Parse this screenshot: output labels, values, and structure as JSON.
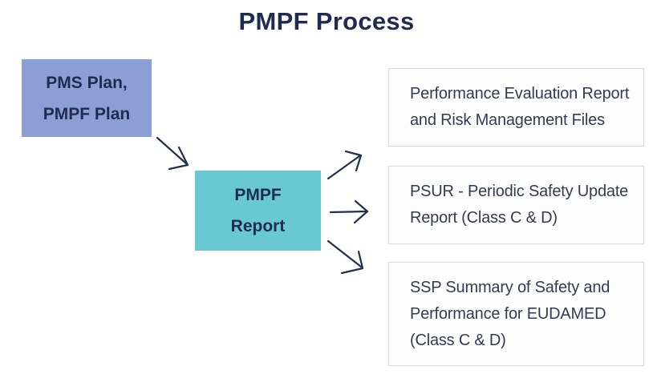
{
  "title": "PMPF Process",
  "colors": {
    "title_text": "#1f2c50",
    "plan_box_bg": "#8d9ed5",
    "report_box_bg": "#69c9d3",
    "node_text": "#1f2c50",
    "output_box_bg": "#fdfdfd",
    "output_box_border": "#dadada",
    "output_text": "#303c55",
    "arrow": "#22304f"
  },
  "nodes": {
    "pms_plan": {
      "lines": [
        "PMS Plan,",
        "PMPF Plan"
      ]
    },
    "pmpf_report": {
      "lines": [
        "PMPF",
        "Report"
      ]
    },
    "outputs": [
      {
        "label": "Performance Evaluation Report and Risk Management Files",
        "lines": [
          "Performance Evaluation Report",
          "and Risk Management Files"
        ]
      },
      {
        "label": "PSUR - Periodic Safety Update Report (Class C & D)",
        "lines": [
          "PSUR - Periodic Safety Update",
          "Report (Class C & D)"
        ]
      },
      {
        "label": "SSP Summary of Safety and Performance for EUDAMED (Class C & D)",
        "lines": [
          "SSP Summary of Safety and",
          "Performance for EUDAMED",
          "(Class C & D)"
        ]
      }
    ]
  }
}
